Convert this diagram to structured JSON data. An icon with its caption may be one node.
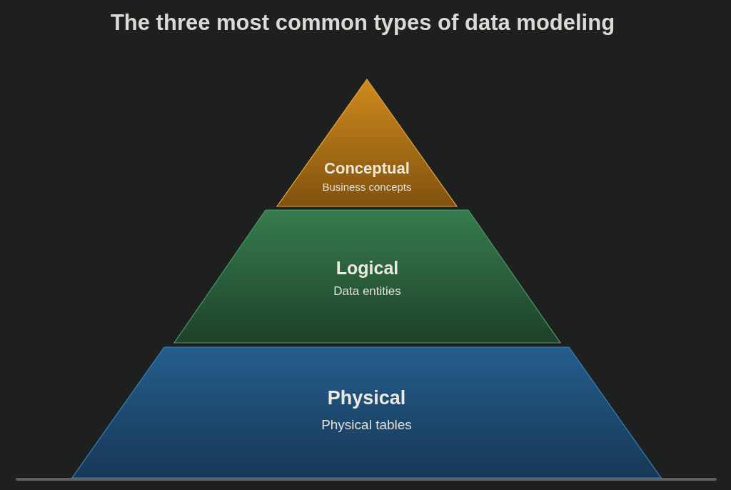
{
  "diagram": {
    "title": "The three most common types of data modeling",
    "nodes": [
      {
        "text": [
          "Conceptual",
          "Business concepts"
        ]
      },
      {
        "text": [
          "Logical",
          "Data entities"
        ]
      },
      {
        "text": [
          "Physical",
          "Physical tables"
        ]
      }
    ]
  }
}
